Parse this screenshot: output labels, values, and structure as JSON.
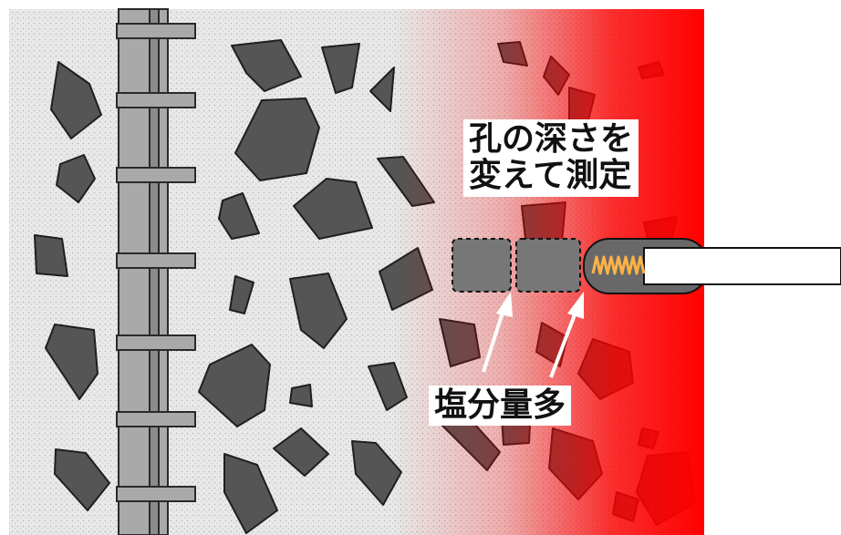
{
  "labels": {
    "depth_line1": "孔の深さを",
    "depth_line2": "変えて測定",
    "salt": "塩分量多"
  },
  "colors": {
    "background": "#ffffff",
    "concrete_fill": "#e9e9e9",
    "concrete_speckle": "#bdbdbd",
    "aggregate": "#555555",
    "aggregate_stroke": "#1f1f1f",
    "rebar": "#a9a9a9",
    "rebar_stroke": "#2a2a2a",
    "chloride_zone": "#ff0000",
    "drill_body": "#686868",
    "drill_tip_coil": "#ffb347",
    "core_sample": "#777777",
    "arrow": "#ffffff"
  },
  "icons": {
    "drill": "drill-icon",
    "arrow": "arrow-up-icon"
  }
}
